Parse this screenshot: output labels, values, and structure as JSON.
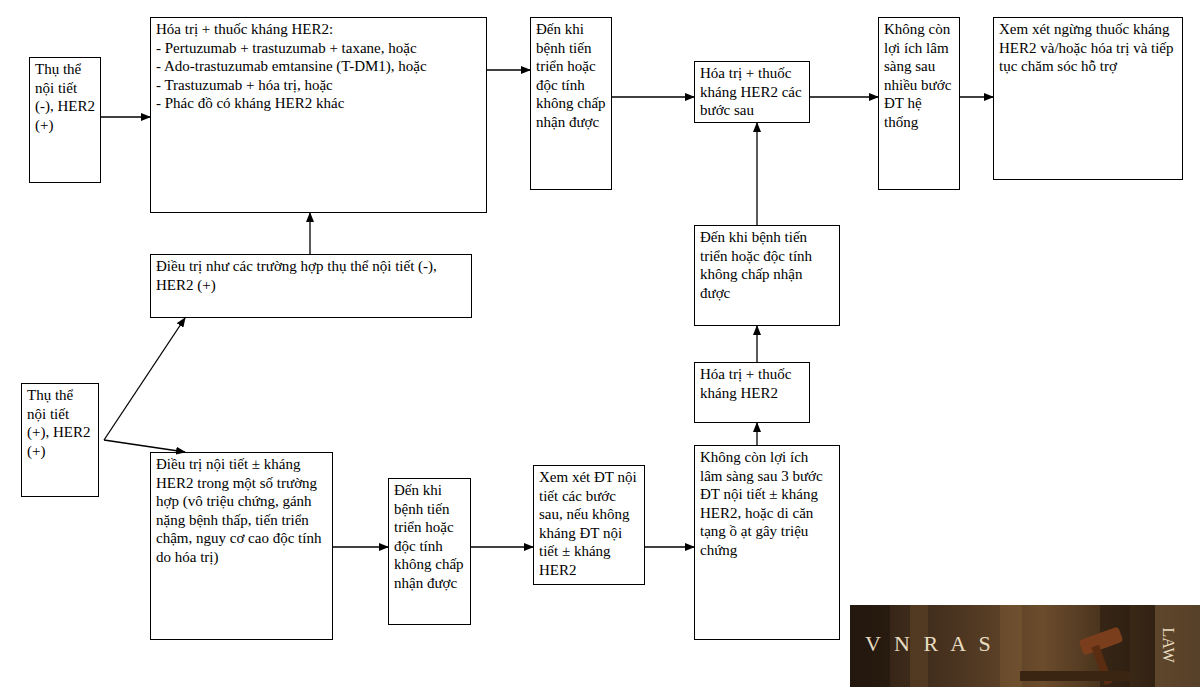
{
  "diagram": {
    "nodes": [
      {
        "text": [
          "Thụ thể nội tiết (-), HER2 (+)"
        ]
      },
      {
        "text": [
          "Hóa trị + thuốc kháng HER2:",
          "- Pertuzumab + trastuzumab + taxane, hoặc",
          "- Ado-trastuzumab emtansine (T-DM1), hoặc",
          "- Trastuzumab + hóa trị, hoặc",
          "- Phác đồ có kháng HER2 khác"
        ]
      },
      {
        "text": [
          "Đến khi bệnh tiến triển hoặc độc tính không chấp nhận được"
        ]
      },
      {
        "text": [
          "Hóa trị + thuốc kháng HER2 các bước sau"
        ]
      },
      {
        "text": [
          "Không còn lợi ích lâm sàng sau nhiều bước ĐT hệ thống"
        ]
      },
      {
        "text": [
          "Xem xét ngừng thuốc kháng HER2 và/hoặc hóa trị và tiếp tục chăm sóc hỗ trợ"
        ]
      },
      {
        "text": [
          "Điều trị như các trường hợp thụ thể nội tiết (-), HER2 (+)"
        ]
      },
      {
        "text": [
          "Đến khi bệnh tiến triển hoặc độc tính không chấp nhận được"
        ]
      },
      {
        "text": [
          "Thụ thể nội tiết (+), HER2 (+)"
        ]
      },
      {
        "text": [
          "Hóa trị + thuốc kháng HER2"
        ]
      },
      {
        "text": [
          "Điều trị nội tiết ± kháng HER2 trong một số trường hợp (vô triệu chứng, gánh nặng bệnh thấp, tiến triển chậm, nguy cơ cao độc tính do hóa trị)"
        ]
      },
      {
        "text": [
          "Đến khi bệnh tiến triển hoặc độc tính không chấp nhận được"
        ]
      },
      {
        "text": [
          "Xem xét ĐT nội tiết các bước sau, nếu không kháng ĐT nội tiết ± kháng HER2"
        ]
      },
      {
        "text": [
          "Không còn lợi ích lâm sàng sau 3 bước ĐT nội tiết ± kháng HER2, hoặc di căn tạng ồ ạt gây triệu chứng"
        ]
      }
    ],
    "edges": [
      {
        "from": 0,
        "to": 1,
        "arrow": "to"
      },
      {
        "from": 1,
        "to": 2,
        "arrow": "to"
      },
      {
        "from": 2,
        "to": 3,
        "arrow": "to"
      },
      {
        "from": 3,
        "to": 4,
        "arrow": "to"
      },
      {
        "from": 4,
        "to": 5,
        "arrow": "to"
      },
      {
        "from": 8,
        "to": 6,
        "arrow": "to"
      },
      {
        "from": 6,
        "to": 1,
        "arrow": "to"
      },
      {
        "from": 8,
        "to": 10,
        "arrow": "to"
      },
      {
        "from": 10,
        "to": 11,
        "arrow": "to"
      },
      {
        "from": 11,
        "to": 12,
        "arrow": "to"
      },
      {
        "from": 12,
        "to": 13,
        "arrow": "to"
      },
      {
        "from": 13,
        "to": 9,
        "arrow": "to"
      },
      {
        "from": 9,
        "to": 7,
        "arrow": "to"
      },
      {
        "from": 7,
        "to": 3,
        "arrow": "to"
      }
    ],
    "labels": [
      "V N R A S",
      "LAW"
    ]
  }
}
